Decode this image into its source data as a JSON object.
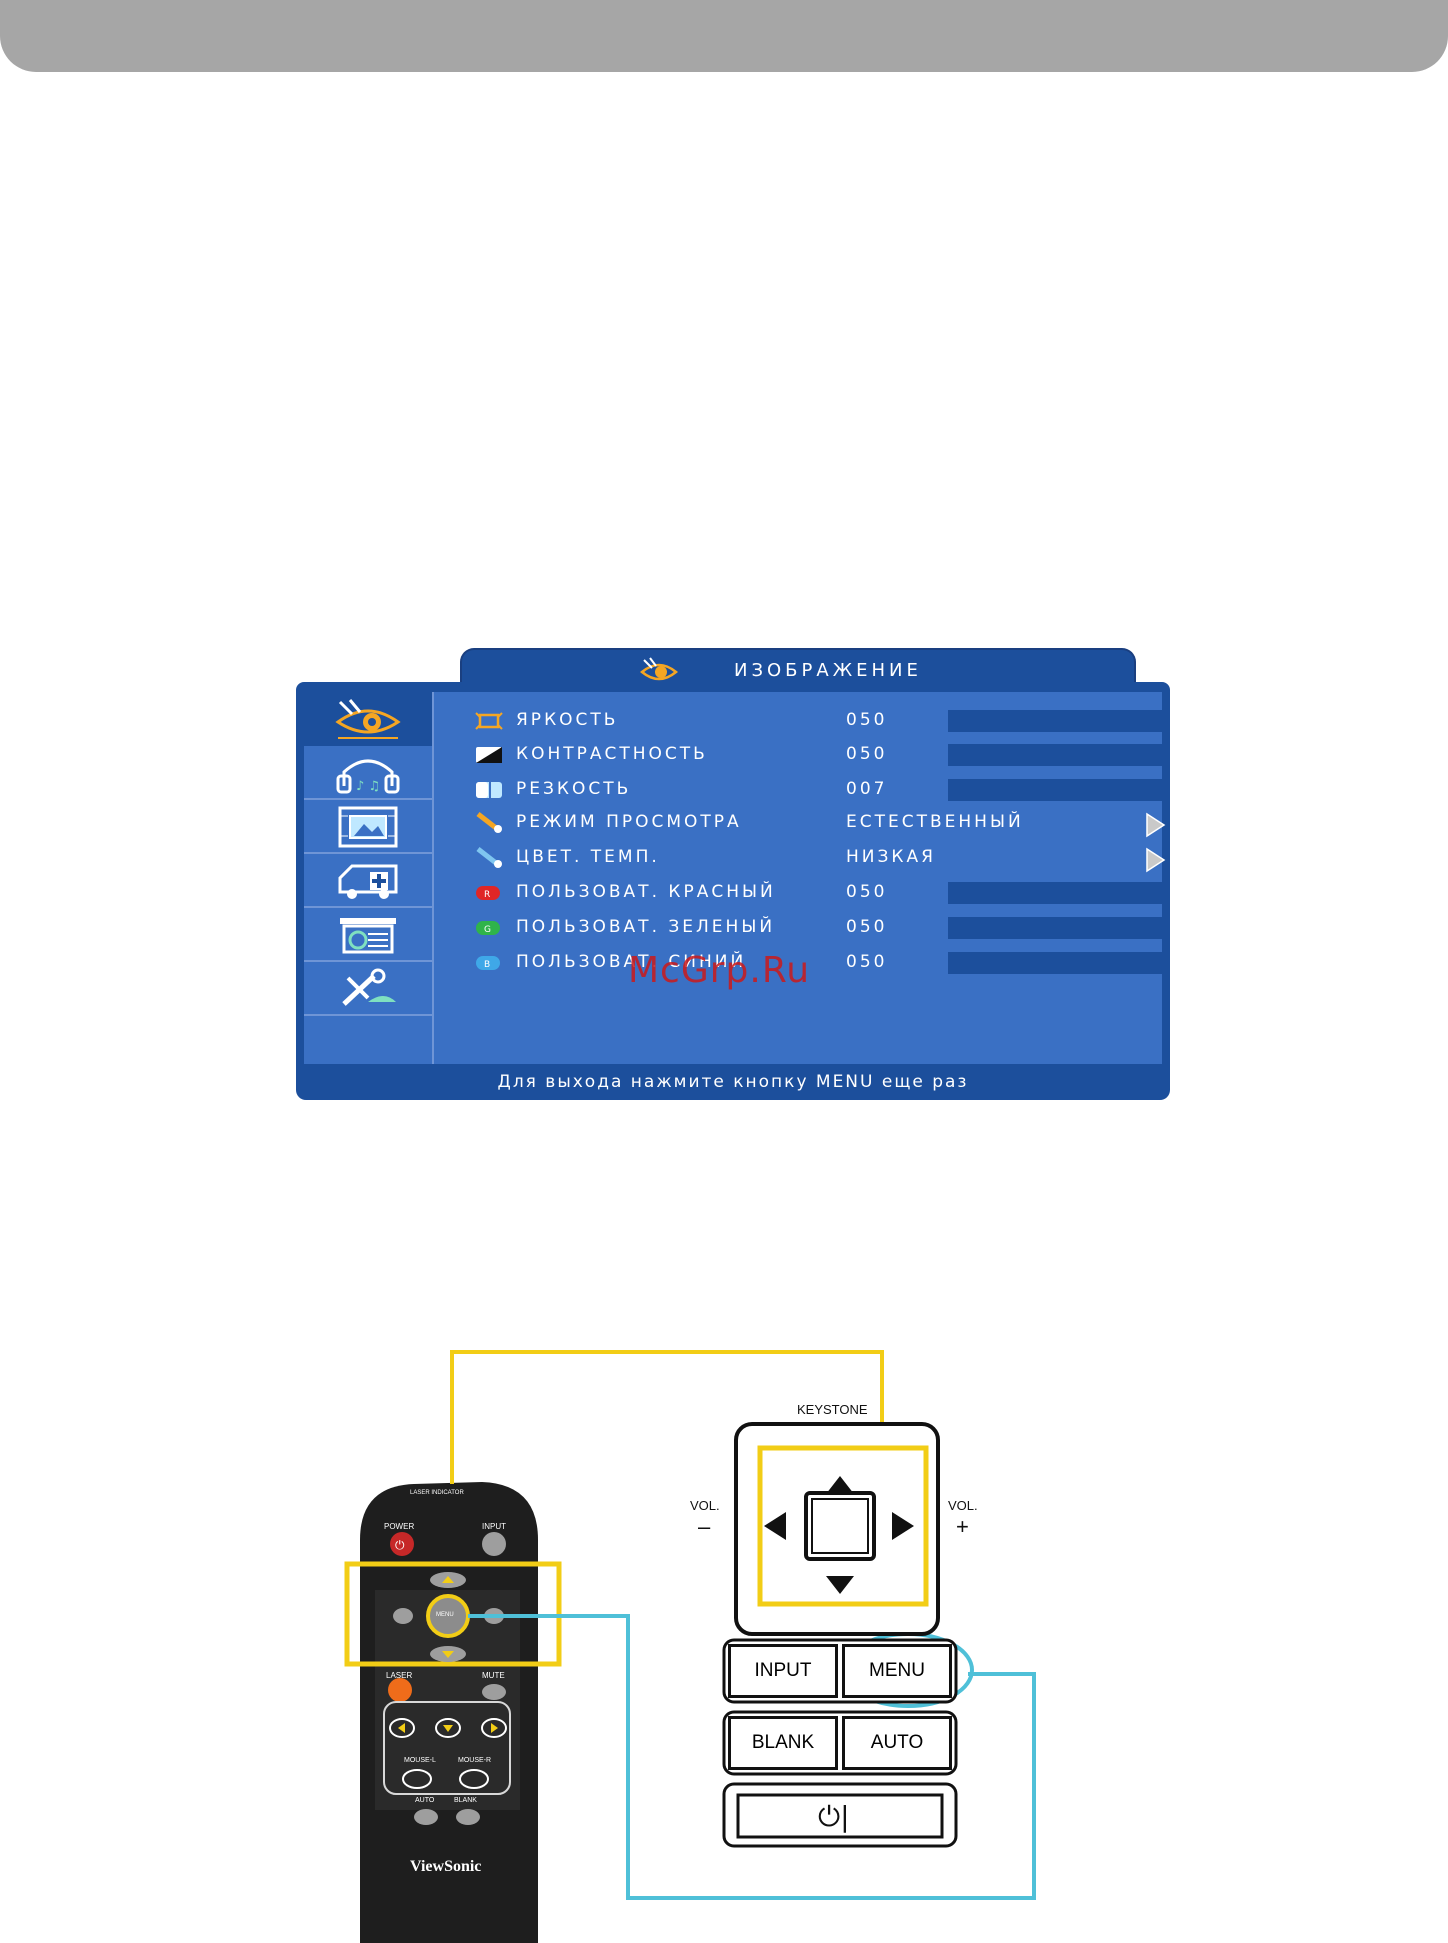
{
  "osd": {
    "title": "ИЗОБРАЖЕНИЕ",
    "footer": "Для выхода нажмите кнопку MENU еще раз",
    "rows": [
      {
        "label": "ЯРКОСТЬ",
        "value": "050",
        "icon": "brightness-icon"
      },
      {
        "label": "КОНТРАСТНОСТЬ",
        "value": "050",
        "icon": "contrast-icon"
      },
      {
        "label": "РЕЗКОСТЬ",
        "value": "007",
        "icon": "sharpness-icon"
      },
      {
        "label": "РЕЖИМ ПРОСМОТРА",
        "value": "ЕСТЕСТВЕННЫЙ",
        "icon": "view-mode-icon"
      },
      {
        "label": "ЦВЕТ. ТЕМП.",
        "value": "НИЗКАЯ",
        "icon": "color-temp-icon"
      },
      {
        "label": "ПОЛЬЗОВАТ. КРАСНЫЙ",
        "value": "050",
        "icon": "red-icon",
        "badge": "R"
      },
      {
        "label": "ПОЛЬЗОВАТ. ЗЕЛЕНЫЙ",
        "value": "050",
        "icon": "green-icon",
        "badge": "G"
      },
      {
        "label": "ПОЛЬЗОВАТ. СИНИЙ",
        "value": "050",
        "icon": "blue-icon",
        "badge": "B"
      }
    ],
    "sidebar": [
      "picture-icon",
      "audio-icon",
      "display-icon",
      "setup-icon",
      "advanced-icon",
      "tools-icon"
    ]
  },
  "watermark": "McGrp.Ru",
  "remote": {
    "laser_indicator": "LASER INDICATOR",
    "power": "POWER",
    "input": "INPUT",
    "menu": "MENU",
    "laser": "LASER",
    "mute": "MUTE",
    "mouse_l": "MOUSE-L",
    "mouse_r": "MOUSE-R",
    "auto": "AUTO",
    "blank": "BLANK",
    "brand": "ViewSonic"
  },
  "panel": {
    "keystone": "KEYSTONE",
    "vol_left": "VOL.",
    "vol_left_sign": "–",
    "vol_right": "VOL.",
    "vol_right_sign": "+",
    "input": "INPUT",
    "menu": "MENU",
    "blank": "BLANK",
    "auto": "AUTO",
    "power_symbol": "⏻|"
  },
  "colors": {
    "osd_dark": "#1c4f9c",
    "osd_light": "#3a70c4",
    "highlight_yellow": "#f2cd16",
    "highlight_cyan": "#4fc0d8"
  }
}
